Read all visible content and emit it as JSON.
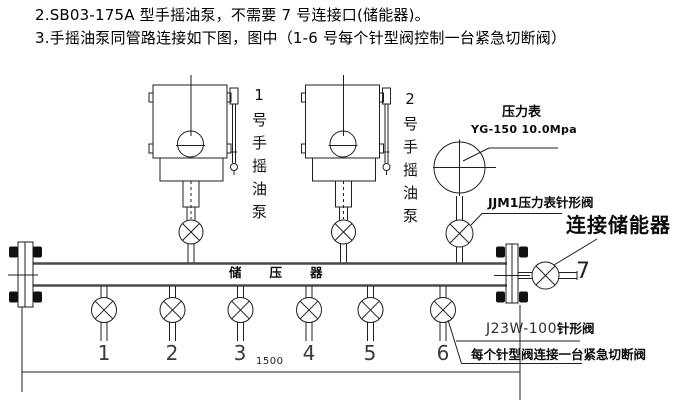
{
  "notes": {
    "item2": "2.SB03-175A 型手摇油泵，不需要 7 号连接口(储能器)。",
    "item3": "3.手摇油泵同管路连接如下图，图中（1-6 号每个针型阀控制一台紧急切断阀）"
  },
  "diagram": {
    "pumps": [
      {
        "label": "1号手摇油泵"
      },
      {
        "label": "2号手摇油泵"
      }
    ],
    "gauge": {
      "title": "压力表",
      "spec": "YG-150  10.0Mpa",
      "valve_label": "JJM1压力表针形阀"
    },
    "manifold": {
      "label": "储压器",
      "valve_numbers": [
        "1",
        "2",
        "3",
        "4",
        "5",
        "6"
      ],
      "dimension": "1500"
    },
    "accumulator": {
      "label": "连接储能器",
      "port_number": "7"
    },
    "needle_valve": {
      "model": "J23W-100",
      "kind": "针形阀",
      "note": "每个针型阀连接一台紧急切断阀"
    }
  },
  "colors": {
    "background": "#ffffff",
    "line": "#1f1f1f",
    "pipe": "#4a4a4a",
    "text": "#000000"
  }
}
